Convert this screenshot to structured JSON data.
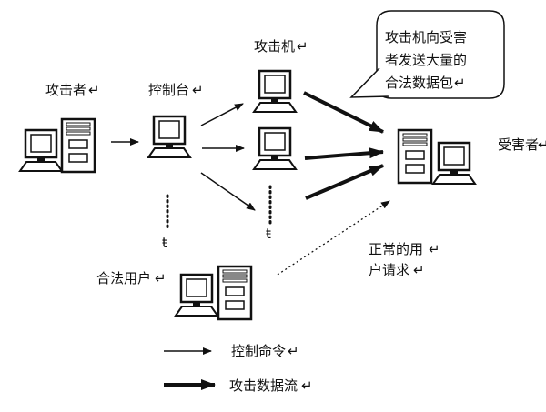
{
  "labels": {
    "attacker": "攻击者",
    "console": "控制台",
    "zombies": "攻击机",
    "victim": "受害者",
    "legit_user": "合法用户"
  },
  "callout": {
    "line1": "攻击机向受害",
    "line2": "者发送大量的",
    "line3": "合法数据包"
  },
  "normal_request": {
    "line1": "正常的用",
    "line2": "户请求"
  },
  "legend": {
    "control_command": "控制命令",
    "attack_flow": "攻击数据流"
  },
  "marks": {
    "paragraph": "↵",
    "small": "ŧ"
  },
  "colors": {
    "stroke": "#111111",
    "screen": "#ffffff",
    "case_fill": "#ffffff"
  }
}
